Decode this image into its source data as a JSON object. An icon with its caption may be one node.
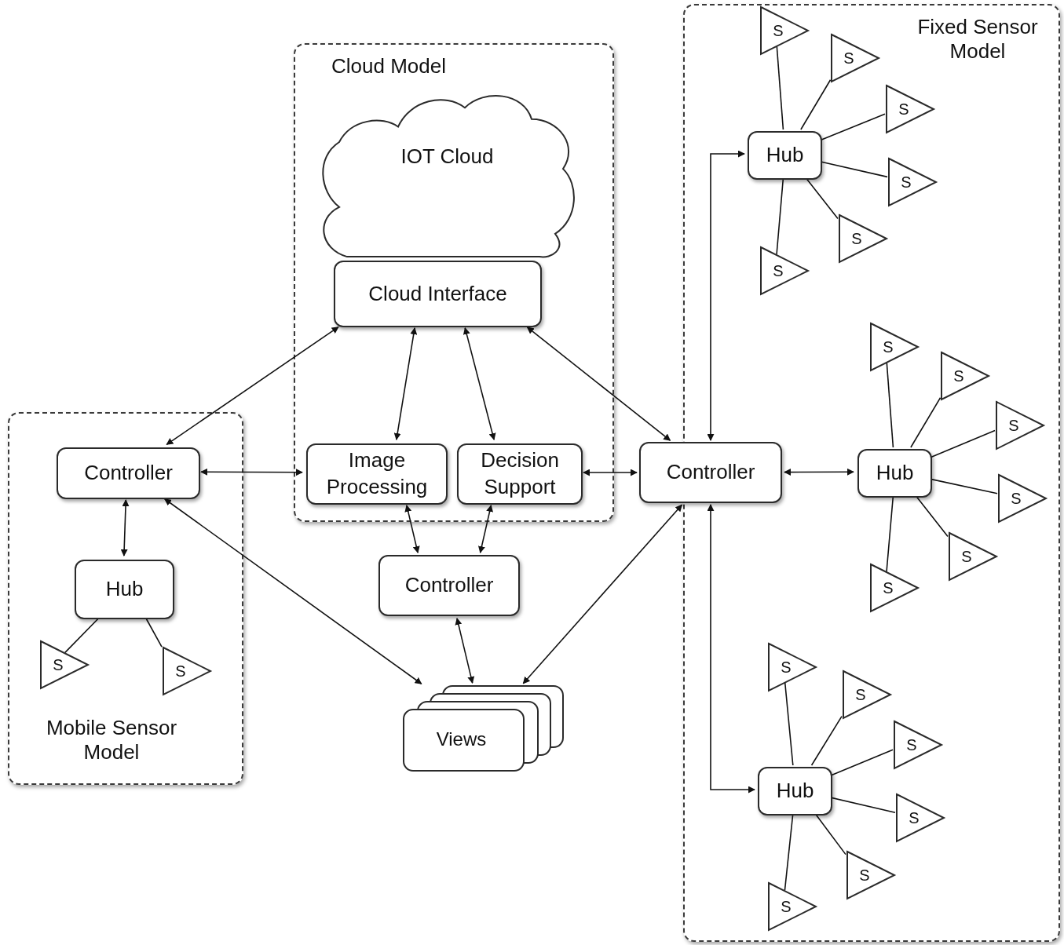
{
  "diagram": {
    "nodes": [
      {
        "text": [
          "Cloud Model"
        ]
      },
      {
        "text": [
          "IOT Cloud"
        ],
        "in": 0
      },
      {
        "text": [
          "Cloud Interface"
        ],
        "in": 0
      },
      {
        "text": [
          "Image Processing"
        ],
        "in": 0
      },
      {
        "text": [
          "Decision Support"
        ],
        "in": 0
      },
      {
        "text": [
          "Mobile Sensor Model"
        ]
      },
      {
        "text": [
          "Controller"
        ],
        "in": 5
      },
      {
        "text": [
          "Hub"
        ],
        "in": 5
      },
      {
        "text": [
          "S"
        ],
        "in": 5
      },
      {
        "text": [
          "S"
        ],
        "in": 5
      },
      {
        "text": [
          "Controller"
        ]
      },
      {
        "text": [
          "Views"
        ]
      },
      {
        "text": [
          "Fixed Sensor Model"
        ]
      },
      {
        "text": [
          "Controller"
        ]
      },
      {
        "text": [
          "Hub"
        ],
        "in": 12
      },
      {
        "text": [
          "S"
        ],
        "in": 12
      },
      {
        "text": [
          "S"
        ],
        "in": 12
      },
      {
        "text": [
          "S"
        ],
        "in": 12
      },
      {
        "text": [
          "S"
        ],
        "in": 12
      },
      {
        "text": [
          "S"
        ],
        "in": 12
      },
      {
        "text": [
          "S"
        ],
        "in": 12
      },
      {
        "text": [
          "Hub"
        ],
        "in": 12
      },
      {
        "text": [
          "S"
        ],
        "in": 12
      },
      {
        "text": [
          "S"
        ],
        "in": 12
      },
      {
        "text": [
          "S"
        ],
        "in": 12
      },
      {
        "text": [
          "S"
        ],
        "in": 12
      },
      {
        "text": [
          "S"
        ],
        "in": 12
      },
      {
        "text": [
          "S"
        ],
        "in": 12
      },
      {
        "text": [
          "Hub"
        ],
        "in": 12
      },
      {
        "text": [
          "S"
        ],
        "in": 12
      },
      {
        "text": [
          "S"
        ],
        "in": 12
      },
      {
        "text": [
          "S"
        ],
        "in": 12
      },
      {
        "text": [
          "S"
        ],
        "in": 12
      },
      {
        "text": [
          "S"
        ],
        "in": 12
      },
      {
        "text": [
          "S"
        ],
        "in": 12
      }
    ],
    "edges": [
      {
        "from": 2,
        "to": 6,
        "arrow": "both"
      },
      {
        "from": 2,
        "to": 3,
        "arrow": "both"
      },
      {
        "from": 2,
        "to": 4,
        "arrow": "both"
      },
      {
        "from": 2,
        "to": 13,
        "arrow": "both"
      },
      {
        "from": 6,
        "to": 3,
        "arrow": "both"
      },
      {
        "from": 4,
        "to": 13,
        "arrow": "both"
      },
      {
        "from": 6,
        "to": 7,
        "arrow": "both"
      },
      {
        "from": 7,
        "to": 8,
        "arrow": "none"
      },
      {
        "from": 7,
        "to": 9,
        "arrow": "none"
      },
      {
        "from": 3,
        "to": 10,
        "arrow": "both"
      },
      {
        "from": 4,
        "to": 10,
        "arrow": "both"
      },
      {
        "from": 10,
        "to": 11,
        "arrow": "both"
      },
      {
        "from": 6,
        "to": 11,
        "arrow": "both"
      },
      {
        "from": 13,
        "to": 11,
        "arrow": "both"
      },
      {
        "from": 13,
        "to": 14,
        "arrow": "both"
      },
      {
        "from": 13,
        "to": 21,
        "arrow": "both"
      },
      {
        "from": 13,
        "to": 28,
        "arrow": "both"
      },
      {
        "from": 14,
        "to": 15,
        "arrow": "none"
      },
      {
        "from": 14,
        "to": 16,
        "arrow": "none"
      },
      {
        "from": 14,
        "to": 17,
        "arrow": "none"
      },
      {
        "from": 14,
        "to": 18,
        "arrow": "none"
      },
      {
        "from": 14,
        "to": 19,
        "arrow": "none"
      },
      {
        "from": 14,
        "to": 20,
        "arrow": "none"
      },
      {
        "from": 21,
        "to": 22,
        "arrow": "none"
      },
      {
        "from": 21,
        "to": 23,
        "arrow": "none"
      },
      {
        "from": 21,
        "to": 24,
        "arrow": "none"
      },
      {
        "from": 21,
        "to": 25,
        "arrow": "none"
      },
      {
        "from": 21,
        "to": 26,
        "arrow": "none"
      },
      {
        "from": 21,
        "to": 27,
        "arrow": "none"
      },
      {
        "from": 28,
        "to": 29,
        "arrow": "none"
      },
      {
        "from": 28,
        "to": 30,
        "arrow": "none"
      },
      {
        "from": 28,
        "to": 31,
        "arrow": "none"
      },
      {
        "from": 28,
        "to": 32,
        "arrow": "none"
      },
      {
        "from": 28,
        "to": 33,
        "arrow": "none"
      },
      {
        "from": 28,
        "to": 34,
        "arrow": "none"
      }
    ]
  }
}
